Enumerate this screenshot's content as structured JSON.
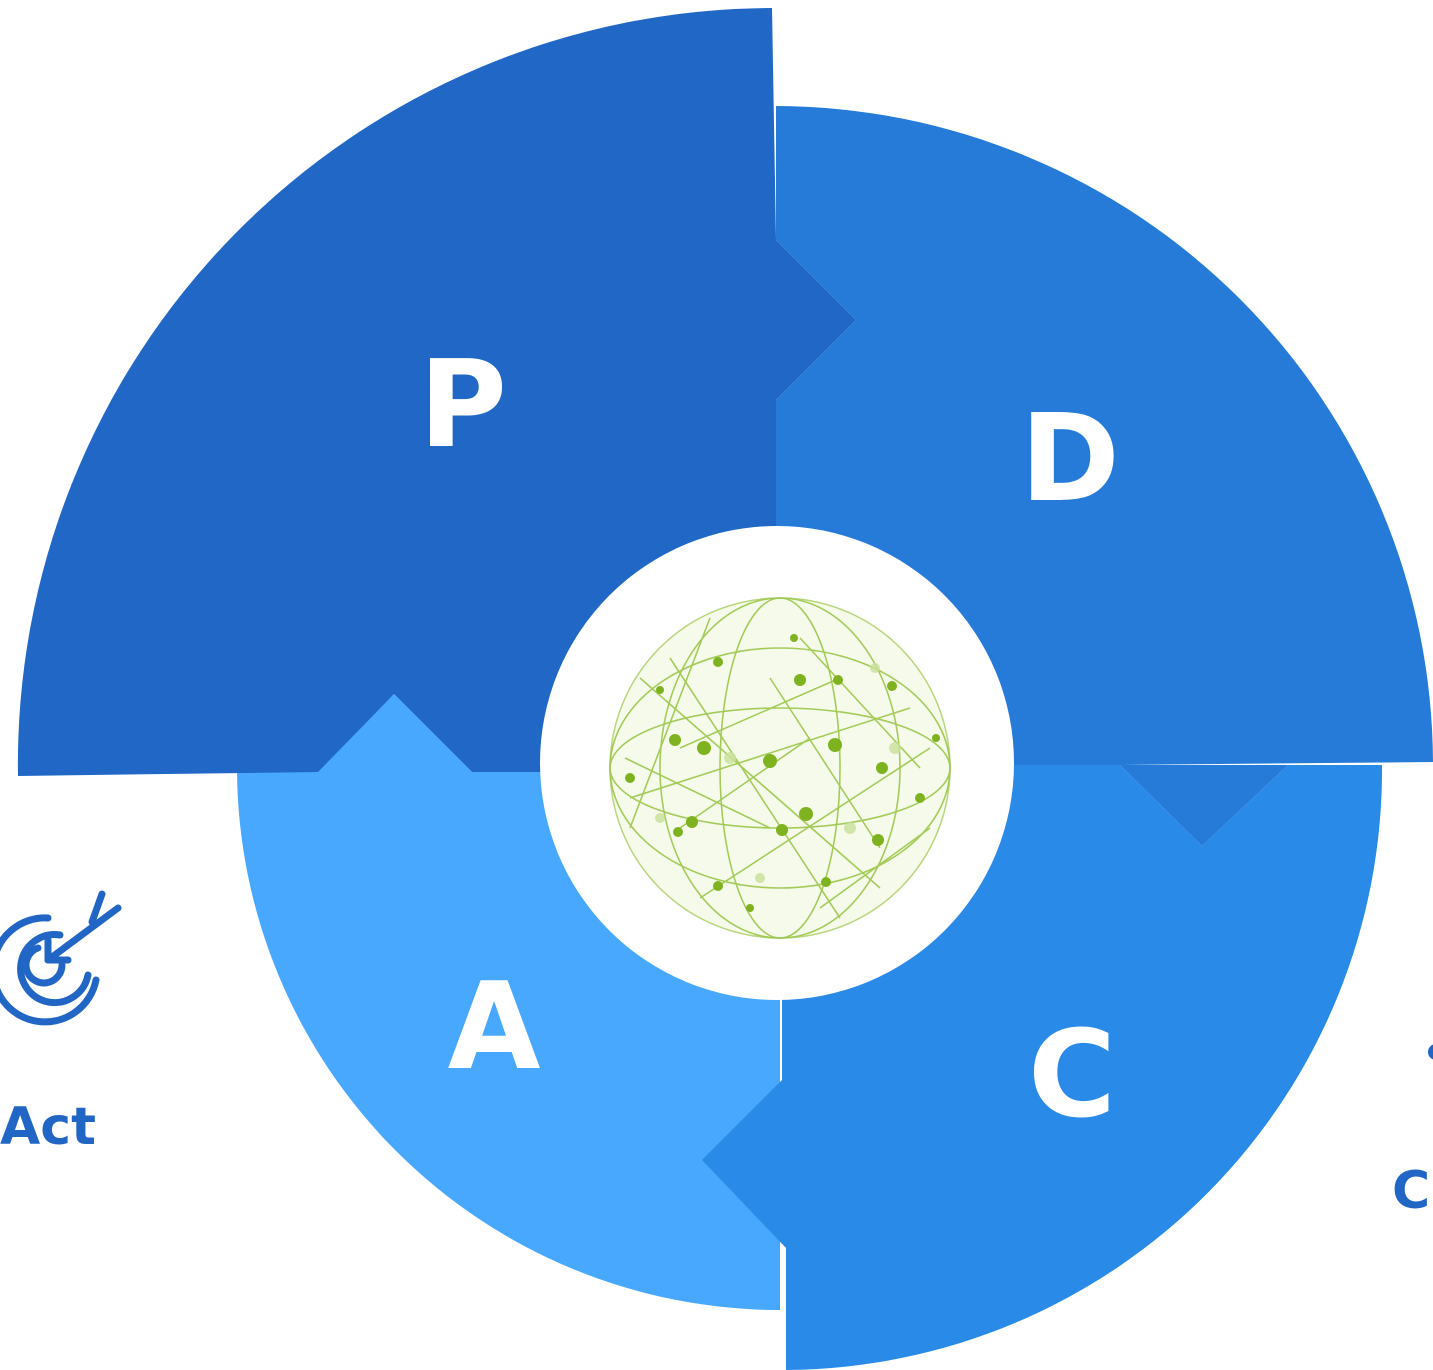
{
  "cycle": {
    "segments": [
      {
        "id": "plan",
        "letter": "P",
        "color": "#2168c6"
      },
      {
        "id": "do",
        "letter": "D",
        "color": "#267bd8"
      },
      {
        "id": "check",
        "letter": "C",
        "color": "#2a8ae8"
      },
      {
        "id": "act",
        "letter": "A",
        "color": "#47a8fd"
      }
    ],
    "labels": {
      "act": "Act",
      "check": "C"
    },
    "colors": {
      "label": "#2166c5",
      "globe": "#86b92a",
      "center": "#ffffff"
    },
    "icons": {
      "act": "target-arrow-icon",
      "center": "network-globe-icon"
    }
  }
}
